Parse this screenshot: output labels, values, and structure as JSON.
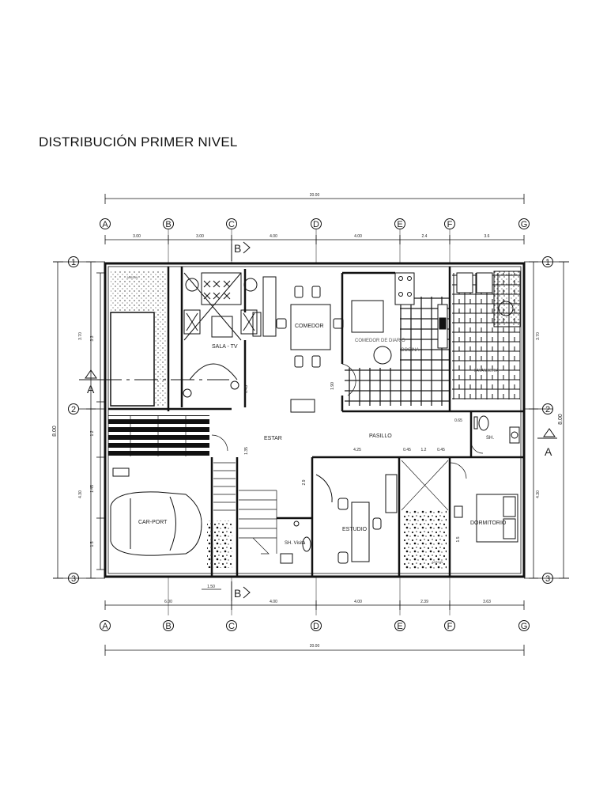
{
  "title": "DISTRIBUCIÓN PRIMER NIVEL",
  "grid_columns": [
    "A",
    "B",
    "C",
    "D",
    "E",
    "F",
    "G"
  ],
  "grid_rows": [
    "1",
    "2",
    "3"
  ],
  "section_marks": {
    "cut_b": "B",
    "cut_a": "A"
  },
  "overall": {
    "width": "20.00",
    "depth": "8.00"
  },
  "top_spans": [
    "3.00",
    "3.00",
    "4.00",
    "4.00",
    "2.4",
    "3.6"
  ],
  "bottom_spans": [
    "6.00",
    "4.00",
    "4.00",
    "2.39",
    "3.63"
  ],
  "left_dims": [
    "3.70",
    "3.3",
    "1.2",
    "4.30",
    "1.45",
    "1.5"
  ],
  "right_dims": [
    "3.70",
    "4.30"
  ],
  "interior_dims": [
    "4.25",
    "0.45",
    "1.2",
    "0.45",
    "2.9",
    "1.90",
    "0.65",
    "1.35",
    "1.50",
    "6.45",
    "1.5"
  ],
  "rooms": {
    "sala": "SALA - TV",
    "comedor": "COMEDOR",
    "comedor_diario": "COMEDOR DE DIARIO",
    "cocina": "COCINA",
    "estar": "ESTAR",
    "pasillo": "PASILLO",
    "sh": "SH.",
    "carport": "CAR-PORT",
    "sh_visita": "SH. Visita",
    "estudio": "ESTUDIO",
    "dormitorio": "DORMITORIO",
    "jardin_1": "JARDIN",
    "jardin_2": "JARDIN",
    "lavanderia": "LAVANDERIA"
  }
}
